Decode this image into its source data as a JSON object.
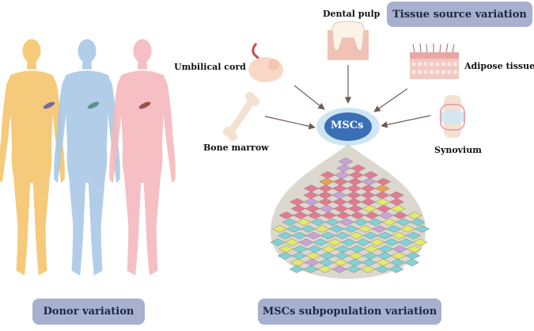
{
  "labels": {
    "tissue_source": "Tissue source variation",
    "dental_pulp": "Dental pulp",
    "umbilical_cord": "Umbilical cord",
    "adipose_tissue": "Adipose tissue",
    "bone_marrow": "Bone marrow",
    "synovium": "Synovium",
    "mscs": "MSCs",
    "donor": "Donor variation",
    "subpopulation": "MSCs subpopulation variation"
  },
  "colors": {
    "badge": "#a7b0cf",
    "donor_1": "#f6c874",
    "donor_2": "#a9c8e6",
    "donor_3": "#f4b9bd",
    "msc_outer": "#cfe5f2",
    "msc_inner": "#3a6fb6",
    "cell_pink": "#e47a92",
    "cell_cyan": "#7fd3d6",
    "cell_yellow": "#e2ea6e",
    "cell_purple": "#c9a3d8",
    "cell_orange": "#e8a34f"
  }
}
